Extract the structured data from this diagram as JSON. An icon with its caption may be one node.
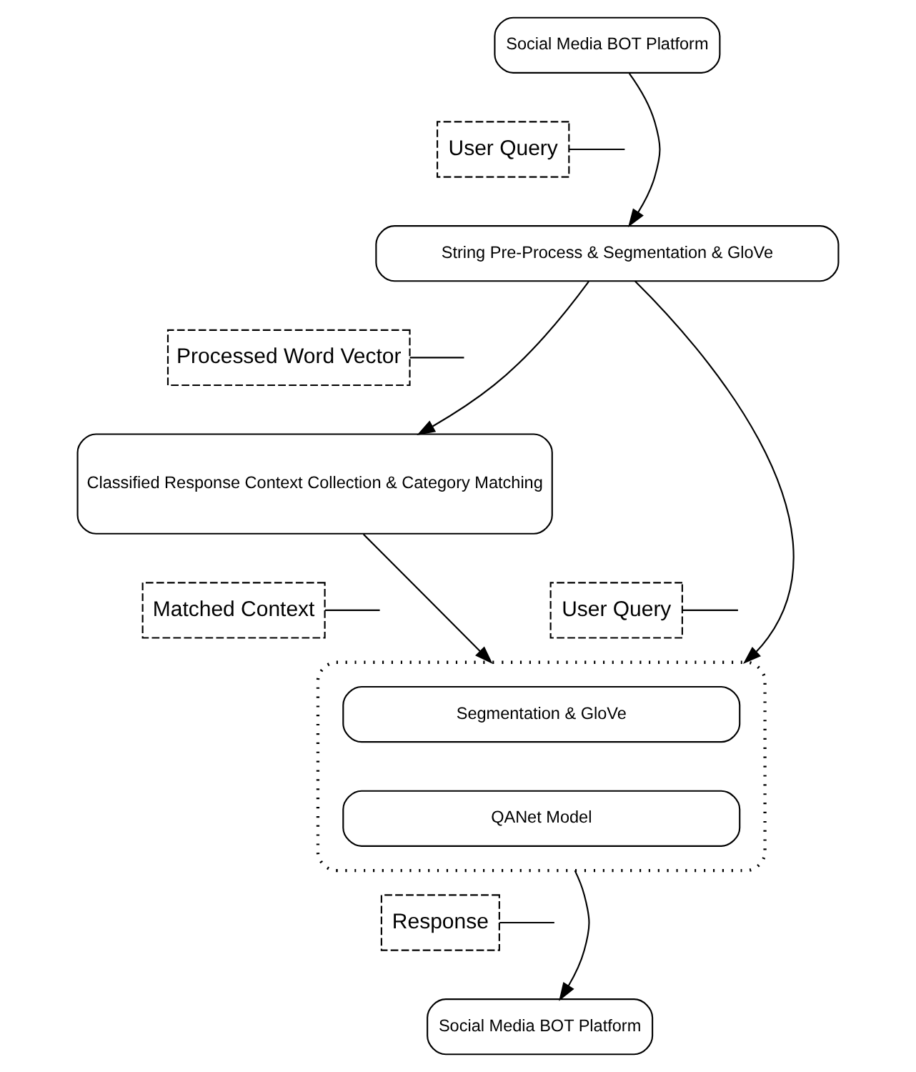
{
  "diagram": {
    "nodes": [
      {
        "text": [
          "Social Media BOT Platform"
        ]
      },
      {
        "text": [
          "User Query"
        ]
      },
      {
        "text": [
          "String Pre-Process & Segmentation & GloVe"
        ]
      },
      {
        "text": [
          "Processed Word Vector"
        ]
      },
      {
        "text": [
          "Classified Response Context Collection & Category Matching"
        ]
      },
      {
        "text": [
          "User Query"
        ]
      },
      {
        "text": [
          "Matched Context"
        ]
      },
      {
        "text": [],
        "shape": "box"
      },
      {
        "text": [
          "Segmentation & GloVe"
        ],
        "in": 7
      },
      {
        "text": [
          "QANet Model"
        ],
        "in": 7
      },
      {
        "text": [
          "Response"
        ]
      },
      {
        "text": [
          "Social Media BOT Platform"
        ]
      }
    ],
    "edges": [
      {
        "from": 0,
        "to": 2,
        "arrow": "to"
      },
      {
        "from": 1,
        "to": null,
        "arrow": "none"
      },
      {
        "from": 2,
        "to": 4,
        "arrow": "to"
      },
      {
        "from": 3,
        "to": null,
        "arrow": "none"
      },
      {
        "from": 2,
        "to": 7,
        "arrow": "to"
      },
      {
        "from": 5,
        "to": null,
        "arrow": "none"
      },
      {
        "from": 4,
        "to": 7,
        "arrow": "to"
      },
      {
        "from": 6,
        "to": null,
        "arrow": "none"
      },
      {
        "from": 7,
        "to": 11,
        "arrow": "to"
      },
      {
        "from": 10,
        "to": null,
        "arrow": "none"
      }
    ]
  }
}
